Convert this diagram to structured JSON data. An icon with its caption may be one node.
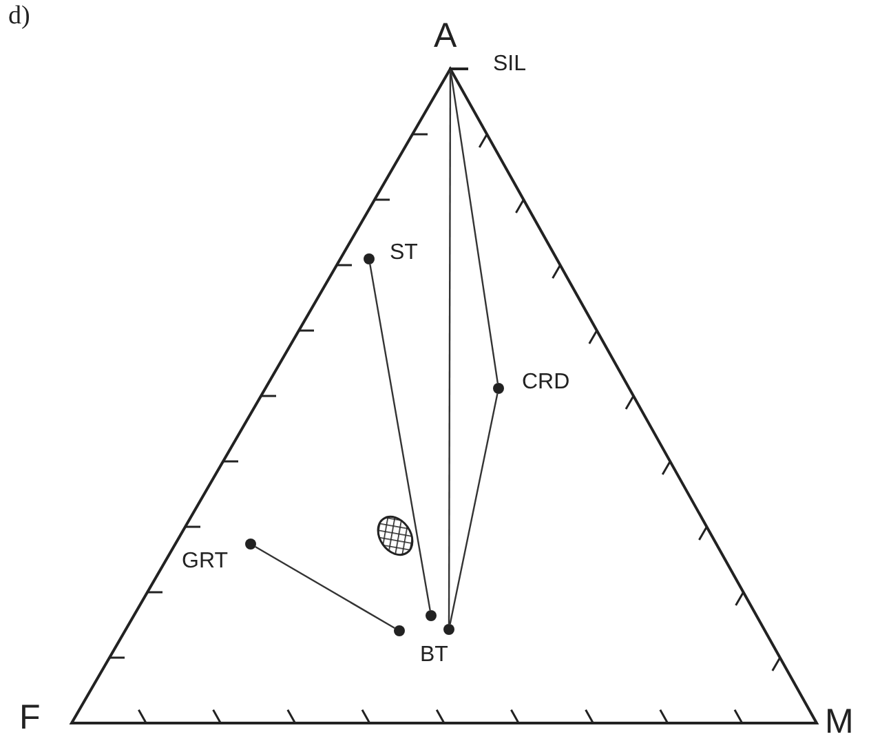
{
  "diagram": {
    "nodes": [
      {
        "text": [],
        "shape": "bar",
        "beside": [
          "SIL"
        ]
      },
      {
        "text": [],
        "shape": "circle",
        "beside": [
          "ST"
        ]
      },
      {
        "text": [],
        "shape": "circle",
        "beside": [
          "CRD"
        ]
      },
      {
        "text": [],
        "shape": "circle",
        "beside": [
          "GRT"
        ]
      },
      {
        "text": [],
        "shape": "circle"
      },
      {
        "text": [],
        "shape": "circle",
        "beside": [
          "BT"
        ]
      },
      {
        "text": [],
        "shape": "circle"
      }
    ],
    "edges": [
      {
        "from": 0,
        "to": 5,
        "arrow": "none"
      },
      {
        "from": 0,
        "to": 2,
        "arrow": "none"
      },
      {
        "from": 2,
        "to": 5,
        "arrow": "none"
      },
      {
        "from": 1,
        "to": 4,
        "arrow": "none"
      },
      {
        "from": 3,
        "to": 6,
        "arrow": "none"
      }
    ],
    "labels": [
      "d)",
      "A",
      "F",
      "M"
    ]
  }
}
